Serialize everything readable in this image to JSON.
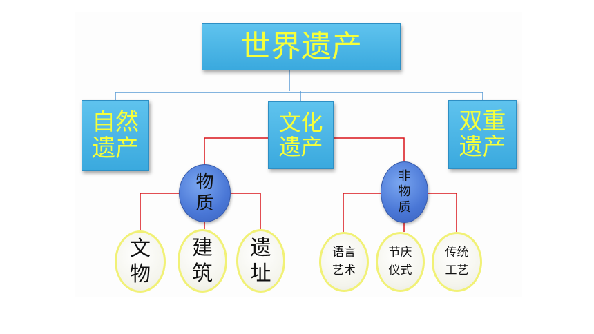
{
  "diagram": {
    "root": {
      "label": "世界遗产"
    },
    "categories": [
      {
        "label": "自然\n遗产"
      },
      {
        "label": "文化\n遗产"
      },
      {
        "label": "双重\n遗产"
      }
    ],
    "subcategories": [
      {
        "label": "物\n质"
      },
      {
        "label": "非\n物\n质"
      }
    ],
    "leaves": [
      {
        "label": "文\n物"
      },
      {
        "label": "建\n筑"
      },
      {
        "label": "遗\n址"
      },
      {
        "label": "语言\n艺术"
      },
      {
        "label": "节庆\n仪式"
      },
      {
        "label": "传统\n工艺"
      }
    ]
  },
  "colors": {
    "box_fill": "#4bb6e8",
    "box_text": "#f6ff3a",
    "oval_blue": "#4a77d6",
    "leaf_border": "#f1f176",
    "connector_blue": "#5b9bd5",
    "connector_red": "#d9141b"
  }
}
